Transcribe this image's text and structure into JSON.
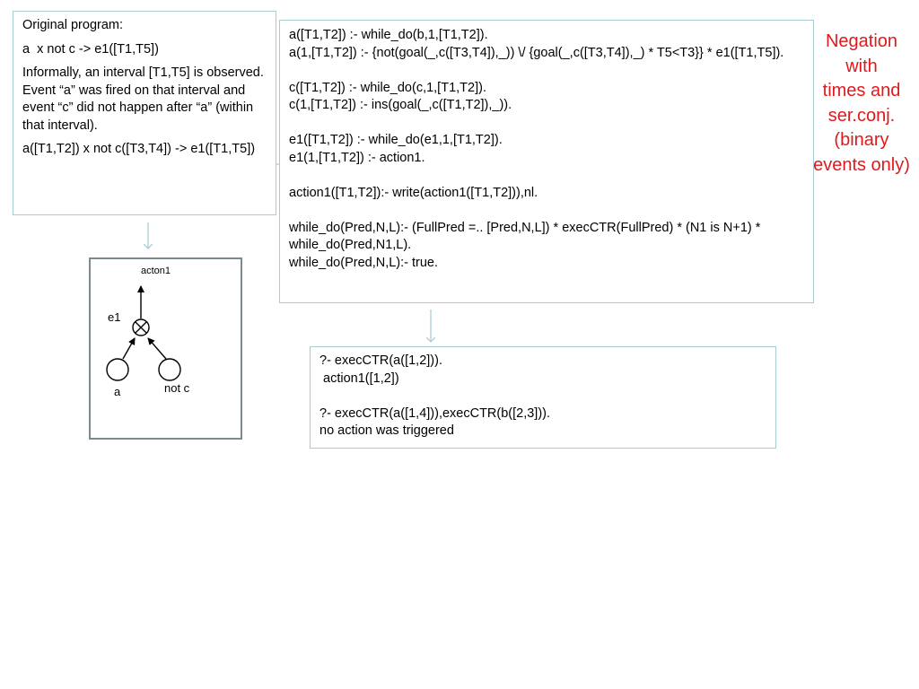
{
  "original": {
    "title": "Original program:",
    "rule": "a  x not c -> e1([T1,T5])",
    "description": "Informally, an interval [T1,T5] is observed. Event “a” was fired on that interval and event “c” did not happen after “a” (within that interval).",
    "rule_timed": "a([T1,T2]) x not c([T3,T4]) -> e1([T1,T5])"
  },
  "code": {
    "lines": [
      "a([T1,T2]) :- while_do(b,1,[T1,T2]).",
      "a(1,[T1,T2]) :- {not(goal(_,c([T3,T4]),_)) \\/ {goal(_,c([T3,T4]),_) * T5<T3}} * e1([T1,T5]).",
      "",
      "c([T1,T2]) :- while_do(c,1,[T1,T2]).",
      "c(1,[T1,T2]) :- ins(goal(_,c([T1,T2]),_)).",
      "",
      "e1([T1,T2]) :- while_do(e1,1,[T1,T2]).",
      "e1(1,[T1,T2]) :- action1.",
      "",
      "action1([T1,T2]):- write(action1([T1,T2])),nl.",
      "",
      "while_do(Pred,N,L):- (FullPred =.. [Pred,N,L]) * execCTR(FullPred) * (N1 is N+1) * while_do(Pred,N1,L).",
      "while_do(Pred,N,L):- true."
    ]
  },
  "query": {
    "lines": [
      "?- execCTR(a([1,2])).",
      " action1([1,2])",
      "",
      "?- execCTR(a([1,4])),execCTR(b([2,3])).",
      "no action was triggered"
    ]
  },
  "tree": {
    "action_label": "acton1",
    "event_label": "e1",
    "left_label": "a",
    "right_label": "not c"
  },
  "note": {
    "lines": [
      "Negation",
      "with",
      "times and",
      "ser.conj.",
      "(binary",
      "events only)"
    ],
    "color": "#e0191c"
  },
  "colors": {
    "box_border": "#a9ccd2",
    "tree_border": "#7a8a8f",
    "arrow": "#a9ccd2"
  }
}
